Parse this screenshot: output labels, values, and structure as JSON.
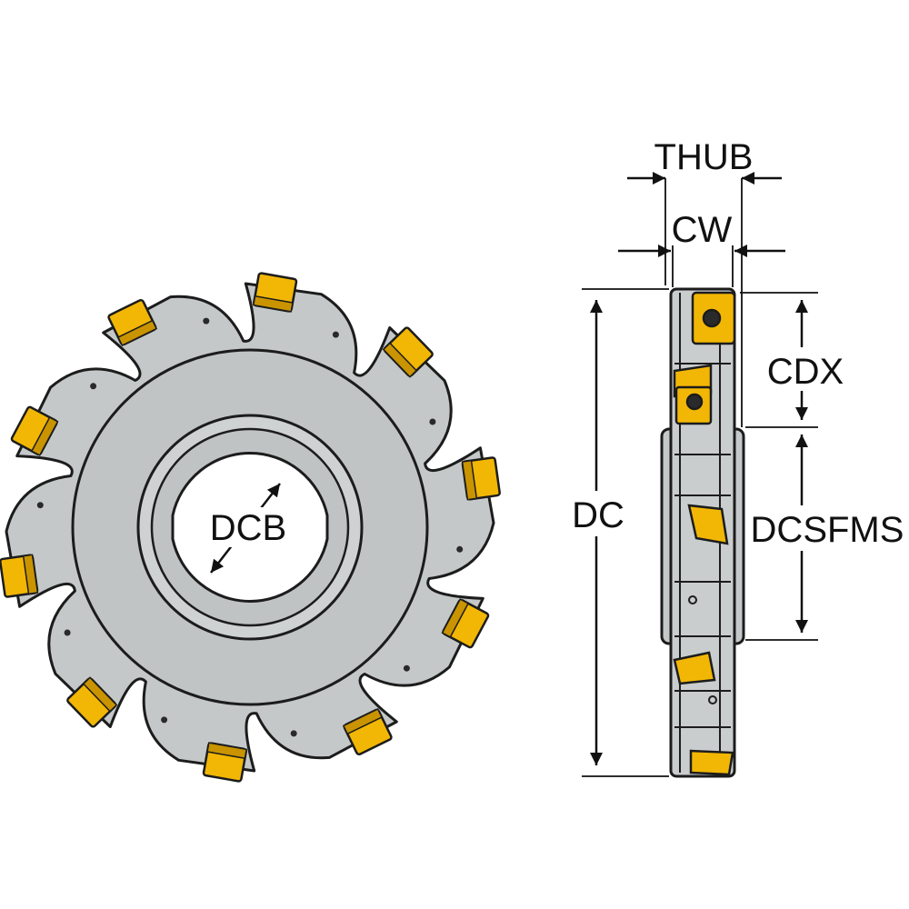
{
  "labels": {
    "dcb": "DCB",
    "thub": "THUB",
    "cw": "CW",
    "cdx": "CDX",
    "dc": "DC",
    "dcsfms": "DCSFMS"
  },
  "colors": {
    "body": "#c4c8c9",
    "body_dark": "#a9aeaf",
    "body_light": "#d4d7d8",
    "outline": "#1c1c1c",
    "insert": "#f2b705",
    "insert_dark": "#c99400",
    "screw": "#2a2a2a",
    "dimension": "#111111",
    "background": "#ffffff"
  }
}
